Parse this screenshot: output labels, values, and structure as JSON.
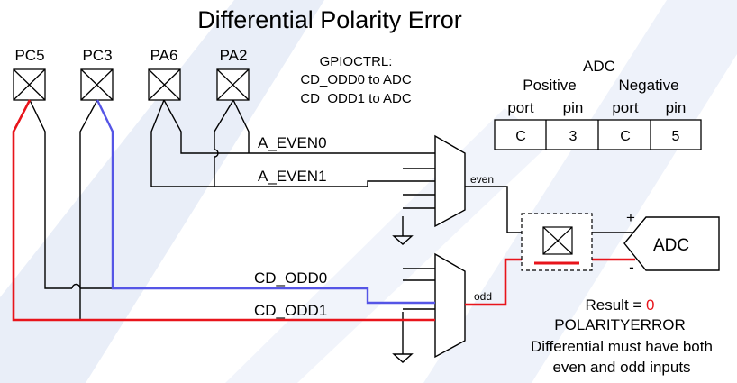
{
  "title": "Differential Polarity Error",
  "pins": {
    "pc5": "PC5",
    "pc3": "PC3",
    "pa6": "PA6",
    "pa2": "PA2"
  },
  "gpioctrl": {
    "heading": "GPIOCTRL:",
    "line1": "CD_ODD0 to ADC",
    "line2": "CD_ODD1 to ADC"
  },
  "adc_table": {
    "heading": "ADC",
    "group_positive": "Positive",
    "group_negative": "Negative",
    "columns": [
      "port",
      "pin",
      "port",
      "pin"
    ],
    "values": [
      "C",
      "3",
      "C",
      "5"
    ]
  },
  "signals": {
    "a_even0": "A_EVEN0",
    "a_even1": "A_EVEN1",
    "cd_odd0": "CD_ODD0",
    "cd_odd1": "CD_ODD1",
    "even": "even",
    "odd": "odd"
  },
  "adc_block": {
    "label": "ADC",
    "plus": "+",
    "minus": "-"
  },
  "result": {
    "label": "Result = ",
    "value": "0",
    "error": "POLARITYERROR",
    "note1": "Differential must have both",
    "note2": "even and odd inputs"
  },
  "colors": {
    "red": "#e8141b",
    "blue": "#5555e6",
    "wire": "#000000",
    "watermark": "#e6ecf7"
  }
}
